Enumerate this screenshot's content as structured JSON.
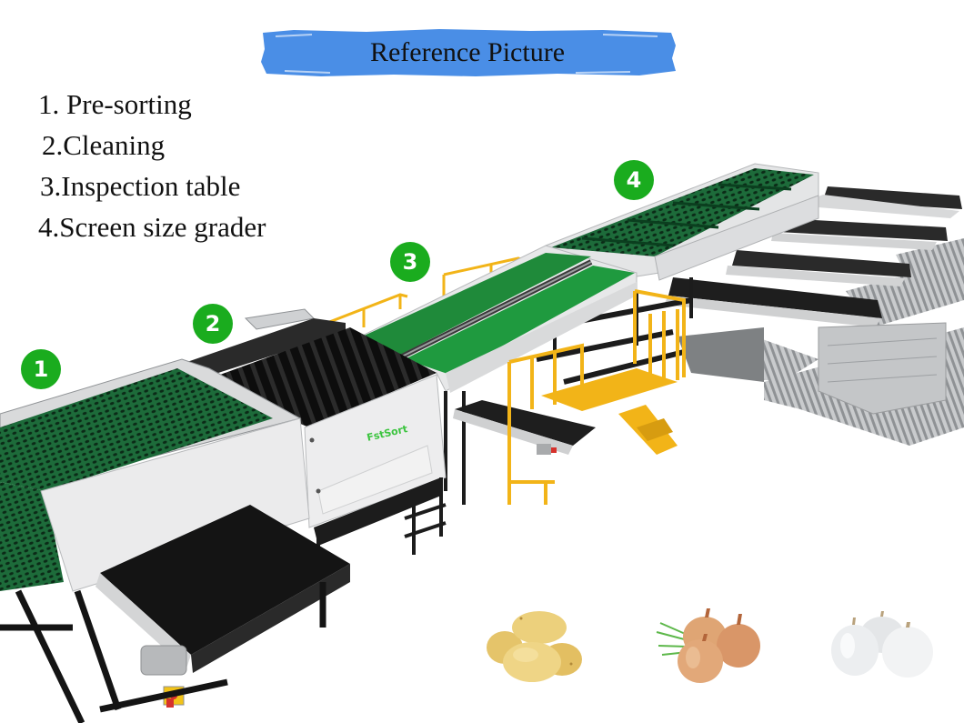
{
  "header": {
    "title": "Reference Picture",
    "banner_color": "#4a8ee6"
  },
  "steps": [
    {
      "number": "1.",
      "label": "Pre-sorting",
      "text": "1.  Pre-sorting"
    },
    {
      "number": "2.",
      "label": "Cleaning",
      "text": "2.Cleaning"
    },
    {
      "number": "3.",
      "label": "Inspection table",
      "text": "3.Inspection table"
    },
    {
      "number": "4.",
      "label": "Screen size grader",
      "text": "4.Screen size grader"
    }
  ],
  "badges": [
    {
      "number": "1",
      "icon": "numbered-circle-icon"
    },
    {
      "number": "2",
      "icon": "numbered-circle-icon"
    },
    {
      "number": "3",
      "icon": "numbered-circle-icon"
    },
    {
      "number": "4",
      "icon": "numbered-circle-icon"
    }
  ],
  "machine": {
    "brand_logo": "FstSort",
    "colors": {
      "badge_green": "#1aac1e",
      "belt_green": "#1f8a3a",
      "frame_white": "#e9eaea",
      "frame_black": "#1c1c1c",
      "rail_yellow": "#f2b418",
      "roller_gray": "#b9bcbf"
    }
  },
  "produce": [
    {
      "name": "potatoes",
      "icon": "potato-icon"
    },
    {
      "name": "yellow onions",
      "icon": "onion-icon"
    },
    {
      "name": "white onions",
      "icon": "white-onion-icon"
    }
  ]
}
